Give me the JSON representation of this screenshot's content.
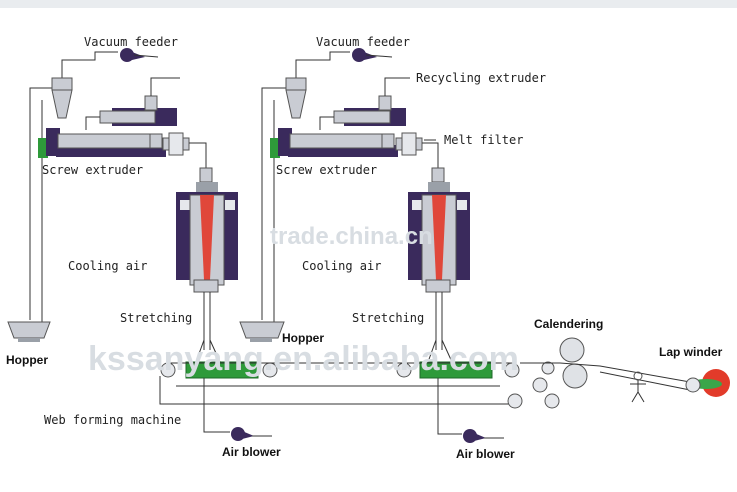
{
  "watermarks": {
    "center": "trade.china.cn",
    "bottom": "kssanyang.en.alibaba.com"
  },
  "left_line": {
    "vacuum_feeder": "Vacuum feeder",
    "screw_extruder": "Screw extruder",
    "cooling_air": "Cooling air",
    "stretching": "Stretching",
    "hopper": "Hopper",
    "air_blower": "Air blower"
  },
  "right_line": {
    "vacuum_feeder": "Vacuum feeder",
    "recycling_extruder": "Recycling extruder",
    "melt_filter": "Melt filter",
    "screw_extruder": "Screw extruder",
    "cooling_air": "Cooling air",
    "stretching": "Stretching",
    "hopper": "Hopper",
    "air_blower": "Air blower"
  },
  "web_forming_machine": "Web forming machine",
  "calendering": "Calendering",
  "lap_winder": "Lap winder",
  "colors": {
    "machine_body": "#3a2a5c",
    "machine_light": "#c9ccd3",
    "melt": "#e0473a",
    "conveyor_green": "#2e9a3a",
    "winder_red": "#e23b2a",
    "winder_green": "#3aa64a"
  }
}
